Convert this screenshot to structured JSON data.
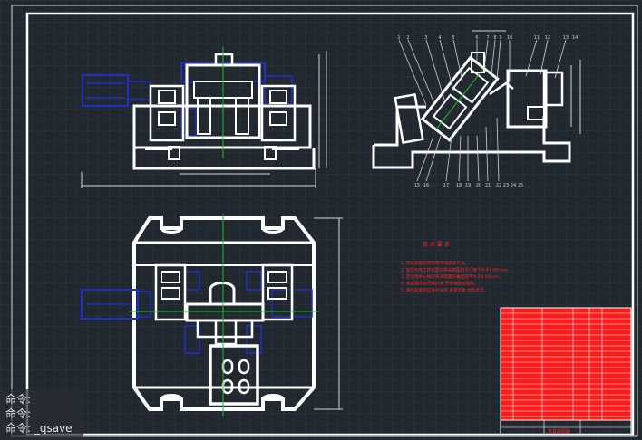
{
  "app": {
    "type": "cad-drawing",
    "background_color": "#212830",
    "grid_color": "#2b333d",
    "frame_color": "#ffffff",
    "part_color": "#ffffff",
    "hidden_color": "#1d2fcc",
    "note_color": "#ff2a2a",
    "center_color": "#20c020"
  },
  "drawing": {
    "notes_title": "技 术 要 求",
    "notes": [
      "1. 夹具装配前所有零件须清洗干净。",
      "2. 定位元件工作表面对夹具底面的平行度不大于0.02mm。",
      "3. 定位销中心线对夹具底面的垂直度不大于0.05mm。",
      "4. 各紧固件应可靠拧紧,不得有松动现象。",
      "5. 夹具装配后应进行试夹,夹紧可靠,动作灵活。"
    ],
    "balloons_top": [
      "1",
      "2",
      "3",
      "4",
      "5",
      "6",
      "7",
      "8",
      "9",
      "10",
      "11",
      "12",
      "13",
      "14"
    ],
    "balloons_bottom": [
      "15",
      "16",
      "17",
      "18",
      "19",
      "20",
      "21",
      "22",
      "23",
      "24",
      "25"
    ],
    "title_block_label": "夹具装配图"
  },
  "command_line": {
    "lines": [
      "命令:",
      "命令:",
      "命令: _qsave"
    ]
  }
}
